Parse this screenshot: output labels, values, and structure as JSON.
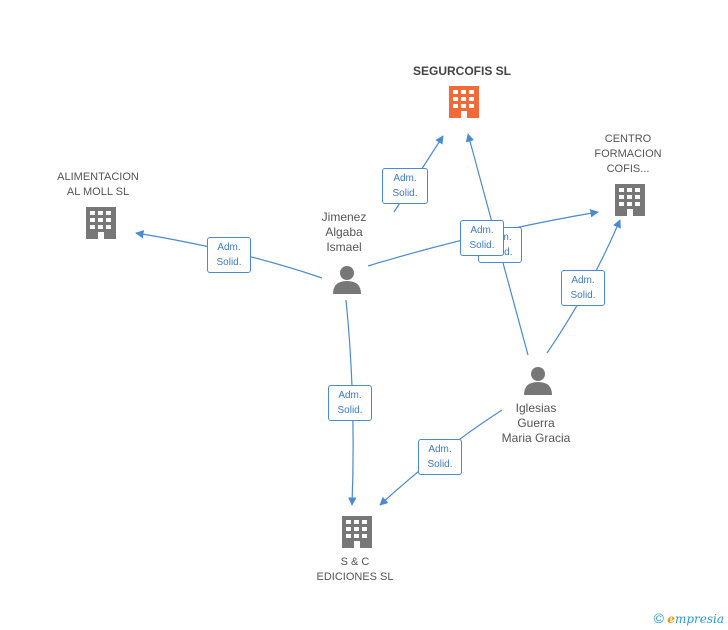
{
  "nodes": {
    "segurcofis": {
      "label": "SEGURCOFIS SL",
      "color": "#f26a3a"
    },
    "centro": {
      "label": "CENTRO\nFORMACION\nCOFIS...",
      "color": "#777777"
    },
    "alimentacion": {
      "label": "ALIMENTACION\nAL MOLL SL",
      "color": "#777777"
    },
    "sc": {
      "label": "S & C\nEDICIONES SL",
      "color": "#777777"
    },
    "jimenez": {
      "label": "Jimenez\nAlgaba\nIsmael",
      "color": "#777777"
    },
    "iglesias": {
      "label": "Iglesias\nGuerra\nMaria Gracia",
      "color": "#777777"
    }
  },
  "edge_label": "Adm.\nSolid.",
  "edge_color": "#4a8ad4",
  "footer": {
    "copyright": "©",
    "brand_first": "e",
    "brand_rest": "mpresia"
  }
}
